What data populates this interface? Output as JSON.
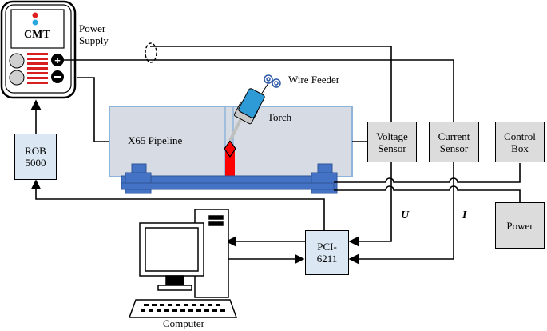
{
  "power_supply": {
    "brand": "CMT",
    "label": "Power\nSupply"
  },
  "components": {
    "wire_feeder": "Wire Feeder",
    "torch": "Torch",
    "pipeline": "X65 Pipeline",
    "voltage_sensor": "Voltage\nSensor",
    "current_sensor": "Current\nSensor",
    "control_box": "Control\nBox",
    "power": "Power",
    "rob": "ROB\n5000",
    "pci": "PCI-\n6211",
    "computer": "Computer"
  },
  "signals": {
    "voltage": "U",
    "current": "I"
  },
  "colors": {
    "pipe_fill": "#d7dbe3",
    "pipe_stroke": "#8fb4d9",
    "fixture": "#4472c4",
    "weld": "#ff0000",
    "torch_body": "#2e9bd6",
    "box_gray": "#dcdcdc",
    "box_blue": "#dbe8f3"
  }
}
